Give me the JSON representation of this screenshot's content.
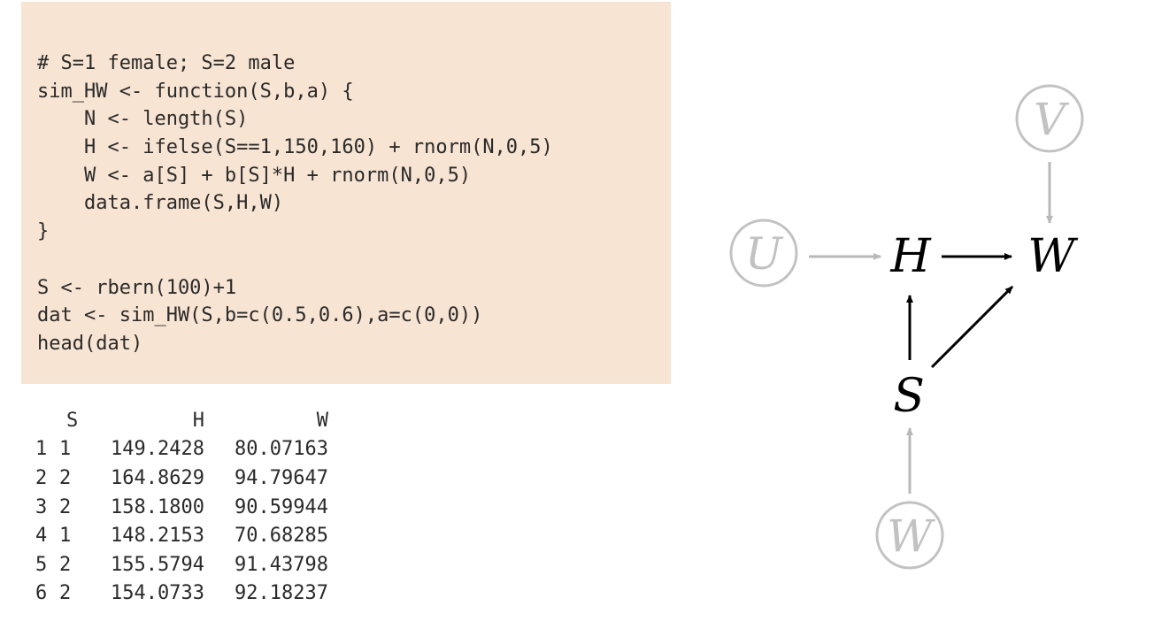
{
  "code": {
    "lines": [
      "# S=1 female; S=2 male",
      "sim_HW <- function(S,b,a) {",
      "    N <- length(S)",
      "    H <- ifelse(S==1,150,160) + rnorm(N,0,5)",
      "    W <- a[S] + b[S]*H + rnorm(N,0,5)",
      "    data.frame(S,H,W)",
      "}",
      "",
      "S <- rbern(100)+1",
      "dat <- sim_HW(S,b=c(0.5,0.6),a=c(0,0))",
      "head(dat)"
    ]
  },
  "output": {
    "headers": [
      "",
      "S",
      "H",
      "W"
    ],
    "rows": [
      [
        "1",
        "1",
        "149.2428",
        "80.07163"
      ],
      [
        "2",
        "2",
        "164.8629",
        "94.79647"
      ],
      [
        "3",
        "2",
        "158.1800",
        "90.59944"
      ],
      [
        "4",
        "1",
        "148.2153",
        "70.68285"
      ],
      [
        "5",
        "2",
        "155.5794",
        "91.43798"
      ],
      [
        "6",
        "2",
        "154.0733",
        "92.18237"
      ]
    ]
  },
  "dag": {
    "nodes": {
      "V": "V",
      "U": "U",
      "H": "H",
      "W": "W",
      "S": "S",
      "W2": "W"
    },
    "colors": {
      "observed": "#000000",
      "unobserved": "#b8b8b8"
    }
  }
}
